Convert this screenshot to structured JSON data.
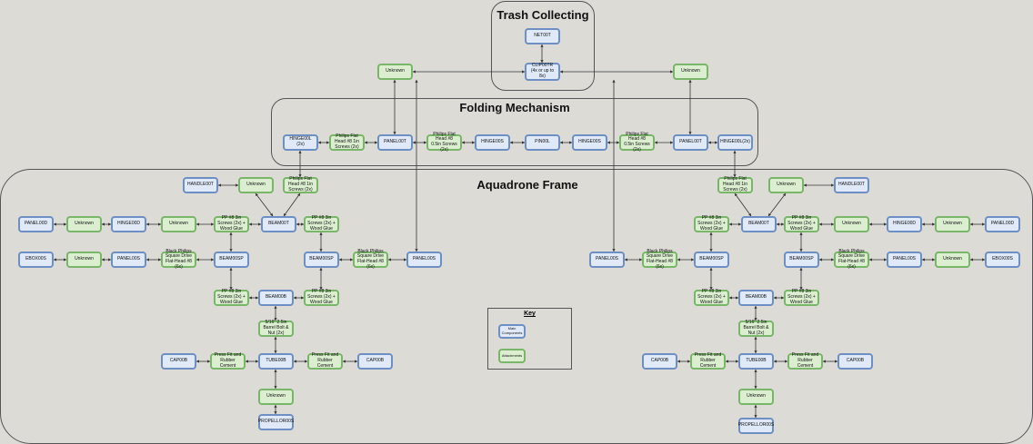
{
  "groups": {
    "trash": "Trash Collecting",
    "folding": "Folding Mechanism",
    "frame": "Aquadrone Frame"
  },
  "key": {
    "title": "Key",
    "main": "Main Components",
    "attach": "Attachments"
  },
  "nodes": {
    "netoot": "NET00T",
    "clip": "CLIP00TR (4x or up to 8x)",
    "unkTL": "Unknown",
    "unkTR": "Unknown",
    "hinge00l_l": "HINGE00L (2x)",
    "ph1_l": "Philips Flat Head #8 1in Screws (2x)",
    "panel00t_l": "PANEL00T",
    "ph05_l": "Philips Flat Head #8 0.5in Screws (2x)",
    "hinge00s_l": "HINGE00S",
    "pin00l": "PIN00L",
    "hinge00s_r": "HINGE00S",
    "ph05_r": "Philips Flat Head #8 0.5in Screws (2x)",
    "panel00t_r": "PANEL00T",
    "hinge00l_r": "HINGE00L(2x)",
    "handle_l": "HANDLE00T",
    "unkH_l": "Unknown",
    "phb_l": "Philips Flat Head #8 1in Screws (2x)",
    "panel00d_l": "PANEL00D",
    "unk1_l": "Unknown",
    "hinge00d_l": "HINGE00D",
    "unk2_l": "Unknown",
    "pp3a_l": "PP #8 3in Screws (2x) + Wood Glue",
    "beam00t_l": "BEAM00T",
    "pp3b_l": "PP #8 3in Screws (2x) + Wood Glue",
    "ebox_l": "EBOX00S",
    "unk3_l": "Unknown",
    "panel00s_l1": "PANEL00S",
    "black_l1": "Black Philips Square Drive Flat-Head #8 (6x)",
    "beam00sp_l1": "BEAM00SP",
    "beam00sp_l2": "BEAM00SP",
    "black_l2": "Black Philips Square Drive Flat-Head #8 (6x)",
    "panel00s_l2": "PANEL00S",
    "pp3c_l": "PP #8 3in Screws (2x) + Wood Glue",
    "beam00b_l": "BEAM00B",
    "pp3d_l": "PP #8 3in Screws (2x) + Wood Glue",
    "barrel_l": "5/16\" 2.5in Barrel Bolt & Nut (2x)",
    "cap_l1": "CAP00B",
    "press_l1": "Press Fit and Rubber Cement",
    "tube_l": "TUBE00B",
    "press_l2": "Press Fit and Rubber Cement",
    "cap_l2": "CAP00B",
    "unkP_l": "Unknown",
    "prop_l": "PROPELLOR00S",
    "handle_r": "HANDLE00T",
    "unkH_r": "Unknown",
    "phb_r": "Philips Flat Head #8 1in Screws (2x)",
    "pp3a_r": "PP #8 3in Screws (2x) + Wood Glue",
    "beam00t_r": "BEAM00T",
    "pp3b_r": "PP #8 3in Screws (2x) + Wood Glue",
    "unk1_r": "Unknown",
    "hinge00d_r": "HINGE00D",
    "unk2_r": "Unknown",
    "panel00d_r": "PANEL00D",
    "panel00s_r1": "PANEL00S",
    "black_r1": "Black Philips Square Drive Flat-Head #8 (6x)",
    "beam00sp_r1": "BEAM00SP",
    "beam00sp_r2": "BEAM00SP",
    "black_r2": "Black Philips Square Drive Flat-Head #8 (6x)",
    "panel00s_r2": "PANEL00S",
    "unk3_r": "Unknown",
    "ebox_r": "EBOX00S",
    "pp3c_r": "PP #8 3in Screws (2x) + Wood Glue",
    "beam00b_r": "BEAM00B",
    "pp3d_r": "PP #8 3in Screws (2x) + Wood Glue",
    "barrel_r": "5/16\" 2.5in Barrel Bolt & Nut (2x)",
    "cap_r1": "CAP00B",
    "press_r1": "Press Fit and Rubber Cement",
    "tube_r": "TUBE00B",
    "press_r2": "Press Fit and Rubber Cement",
    "cap_r2": "CAP00B",
    "unkP_r": "Unknown",
    "prop_r": "PROPELLOR00S"
  },
  "colors": {
    "main_fill": "#dfe9f8",
    "main_border": "#6d8fc4",
    "attach_fill": "#dbefd0",
    "attach_border": "#79b669",
    "wire": "#333333"
  }
}
